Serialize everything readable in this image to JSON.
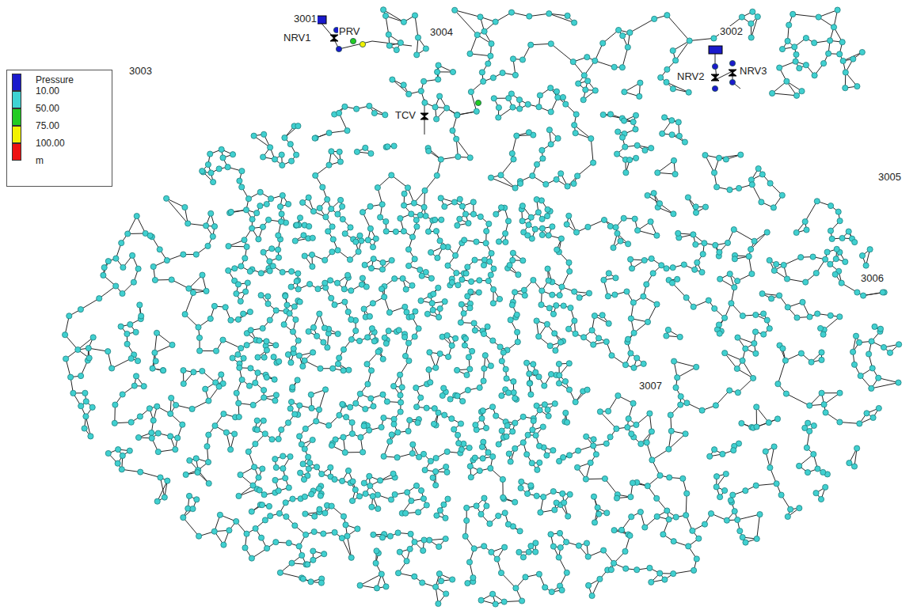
{
  "diagram": {
    "labels": [
      "3001",
      "NRV1",
      "PRV",
      "3004",
      "3003",
      "TCV",
      "3002",
      "NRV2",
      "NRV3",
      "3005",
      "3006",
      "3007",
      "Pressure",
      "m"
    ],
    "legend": [
      {
        "text": "10.00",
        "color": "#3fd3d3"
      },
      {
        "text": "50.00",
        "color": "#22cc22"
      },
      {
        "text": "75.00",
        "color": "#f2f200"
      },
      {
        "text": "100.00",
        "color": "#ee1111"
      }
    ]
  }
}
